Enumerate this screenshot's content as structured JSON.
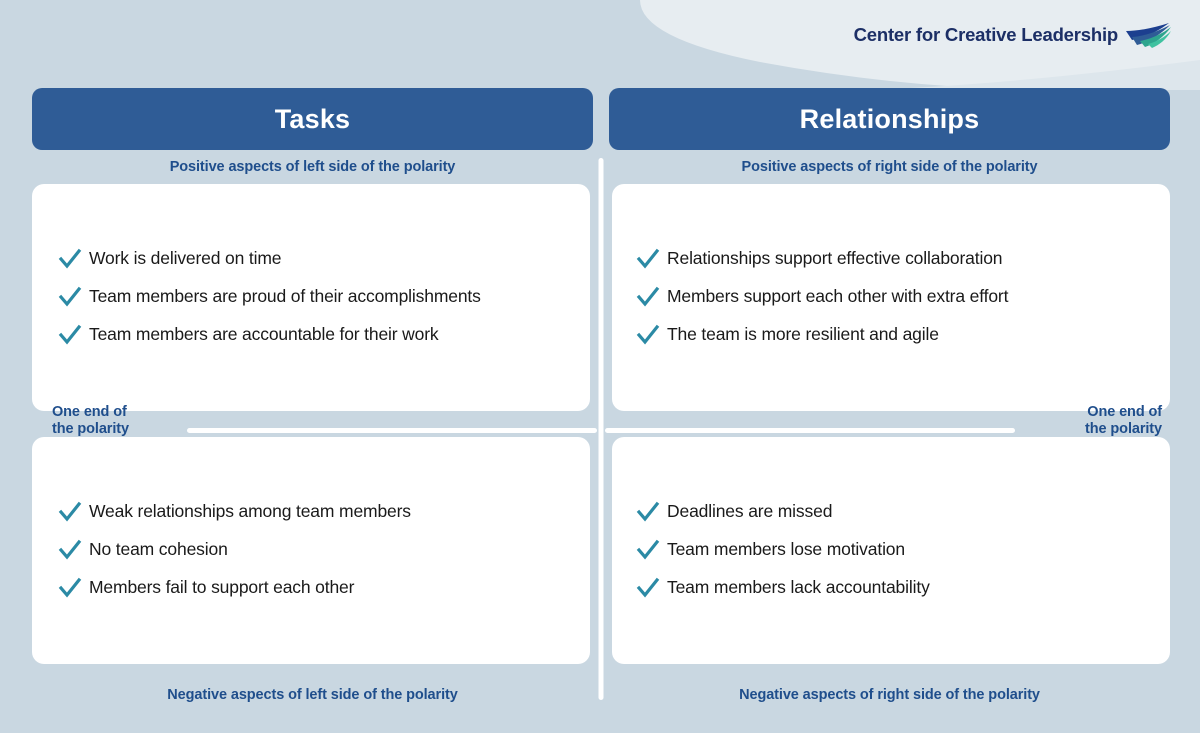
{
  "brand": {
    "name": "Center for Creative Leadership",
    "mark_icon": "swoosh-logo-icon",
    "text_color": "#1c2f66",
    "mark_colors": [
      "#1c3f8f",
      "#2f5c96",
      "#2ea58e",
      "#3fc2a0"
    ]
  },
  "colors": {
    "background": "#c9d7e1",
    "header_bar": "#2f5c96",
    "card": "#ffffff",
    "label_blue": "#1f4e8c",
    "check_teal": "#2b8aa5",
    "axis_line": "#ffffff"
  },
  "map": {
    "left_column": {
      "title": "Tasks",
      "top_caption": "Positive aspects of left side of the polarity",
      "bottom_caption": "Negative aspects of left side of the polarity",
      "pole_label": "One end of\nthe polarity",
      "upper_items": [
        "Work is delivered on time",
        "Team members are proud of their accomplishments",
        "Team members are accountable for their work"
      ],
      "lower_items": [
        "Weak relationships among team members",
        "No team cohesion",
        "Members fail to support each other"
      ]
    },
    "right_column": {
      "title": "Relationships",
      "top_caption": "Positive aspects of right side of the polarity",
      "bottom_caption": "Negative aspects of right side of the polarity",
      "pole_label": "One end of\nthe polarity",
      "upper_items": [
        "Relationships support effective collaboration",
        "Members support each other with extra effort",
        "The team is more resilient and agile"
      ],
      "lower_items": [
        "Deadlines are missed",
        "Team members lose motivation",
        "Team members lack accountability"
      ]
    }
  }
}
